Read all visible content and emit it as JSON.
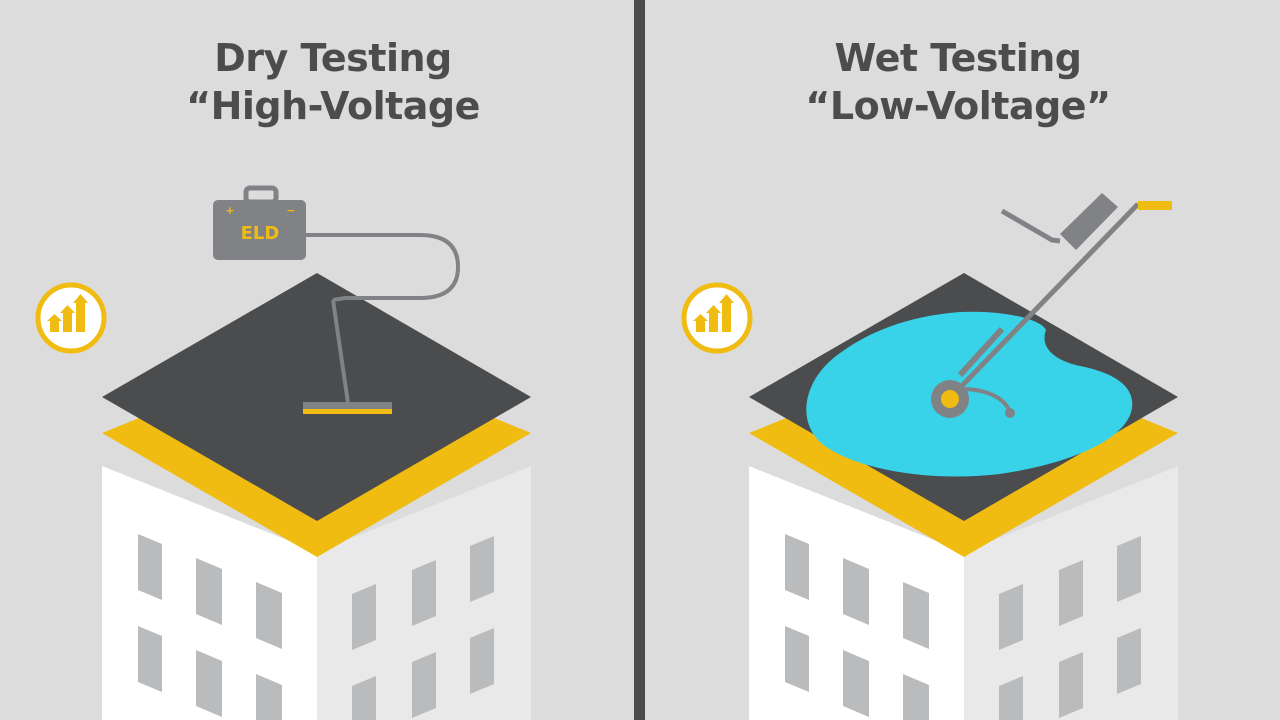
{
  "left_panel": {
    "title_line1": "Dry Testing",
    "title_line2": "“High-Voltage",
    "device_label": "ELD",
    "terminal_plus": "+",
    "terminal_minus": "−",
    "badge_icon": "growth-chart-icon"
  },
  "right_panel": {
    "title_line1": "Wet Testing",
    "title_line2": "“Low-Voltage”",
    "badge_icon": "growth-chart-icon"
  },
  "colors": {
    "background": "#dcdcdc",
    "divider": "#4a4c4e",
    "membrane": "#4a4c4e",
    "accent_yellow": "#f0bc12",
    "water": "#38d3e8",
    "building_face": "#ffffff",
    "building_side": "#e9e9e9",
    "window": "#b9bbbd",
    "device_gray": "#808285"
  }
}
